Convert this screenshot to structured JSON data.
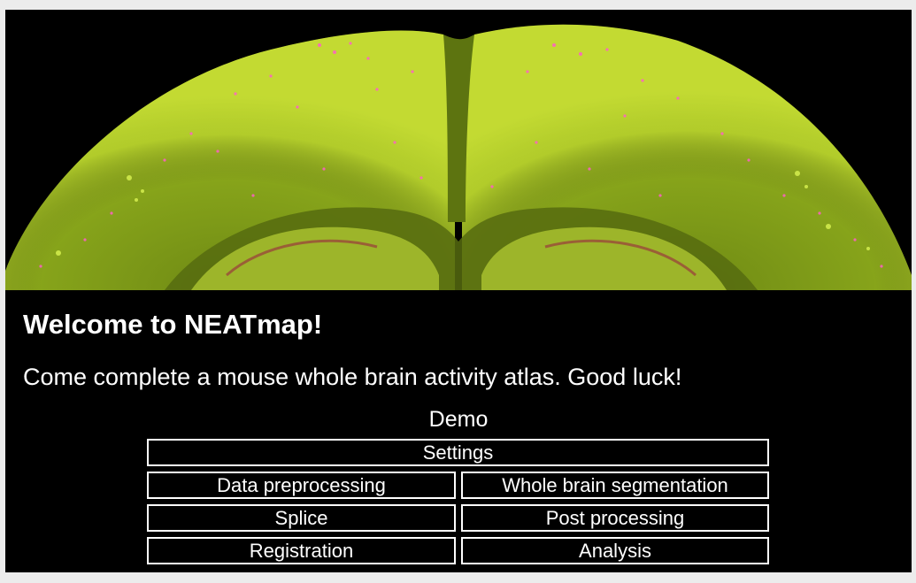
{
  "page": {
    "title": "Welcome to NEATmap!",
    "subtitle": "Come complete a mouse whole brain activity atlas. Good luck!",
    "section_label": "Demo"
  },
  "buttons": {
    "settings": "Settings",
    "data_preprocessing": "Data preprocessing",
    "whole_brain_segmentation": "Whole brain segmentation",
    "splice": "Splice",
    "post_processing": "Post processing",
    "registration": "Registration",
    "analysis": "Analysis"
  },
  "colors": {
    "background": "#000000",
    "text": "#ffffff",
    "frame": "#ececec",
    "tissue": "#8da81c",
    "signal": "#ff5fc8"
  },
  "banner": {
    "image": "mouse-brain-section-image"
  }
}
